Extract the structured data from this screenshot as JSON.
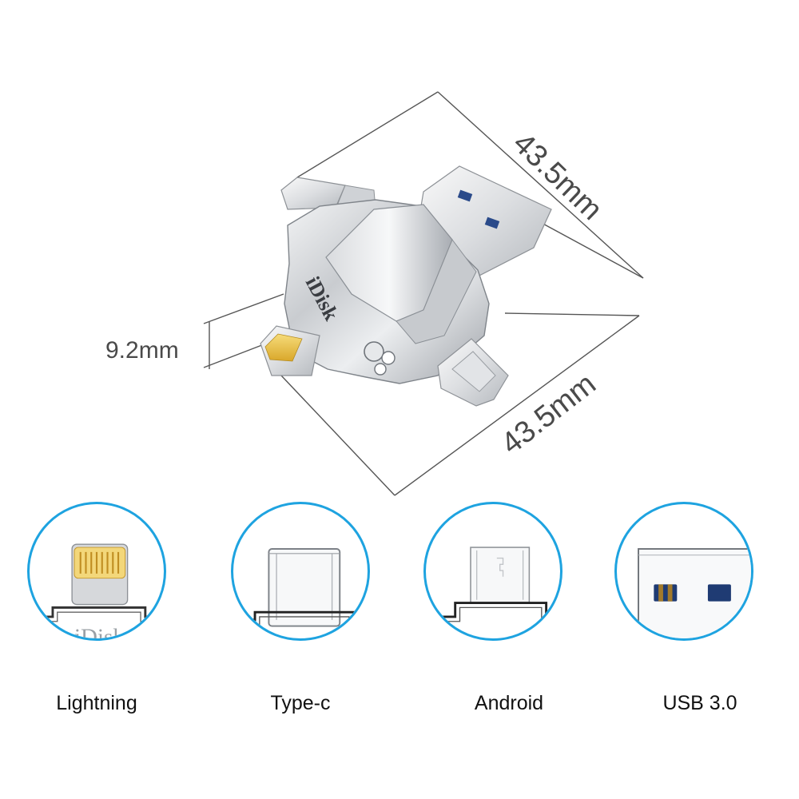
{
  "product": {
    "brand_engraving": "iDisk",
    "dimensions": {
      "length": "43.5mm",
      "width": "43.5mm",
      "thickness": "9.2mm"
    }
  },
  "connectors": [
    {
      "id": "lightning",
      "label": "Lightning",
      "icon": "lightning-connector-icon"
    },
    {
      "id": "typec",
      "label": "Type-c",
      "icon": "usb-c-connector-icon"
    },
    {
      "id": "android",
      "label": "Android",
      "icon": "micro-usb-connector-icon"
    },
    {
      "id": "usb3",
      "label": "USB 3.0",
      "icon": "usb-a-connector-icon"
    }
  ],
  "colors": {
    "circle_border": "#1ea3e0",
    "usb3_contacts": "#1f3b73",
    "lightning_contacts": "#e6b93a"
  }
}
